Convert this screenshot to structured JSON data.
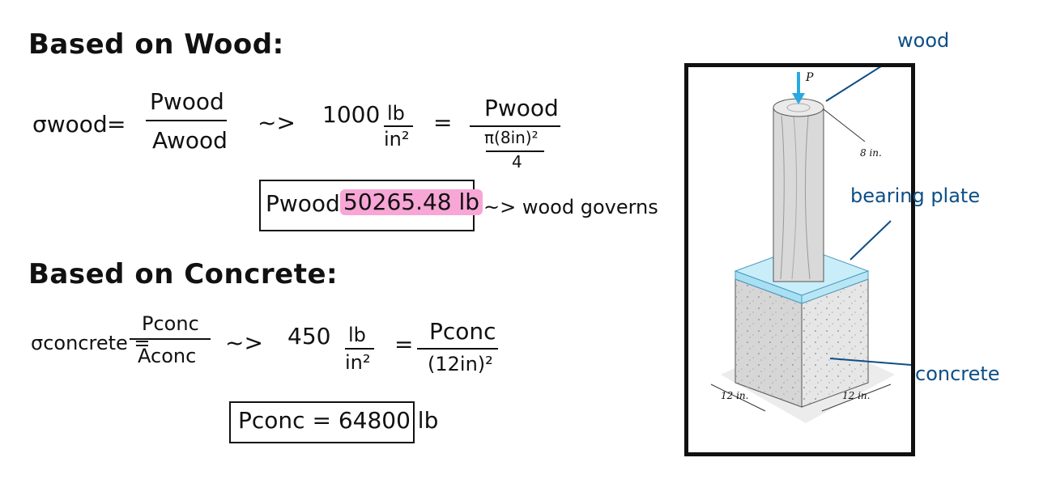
{
  "wood": {
    "heading": "Based on Wood:",
    "sigma_label": "σwood",
    "eq1": "=",
    "num": "Pwood",
    "den": "Awood",
    "arrow": "~>",
    "stress_val": "1000",
    "stress_unit_num": "lb",
    "stress_unit_den": "in²",
    "eq2": "=",
    "rhs_num": "Pwood",
    "rhs_den_top": "π(8in)²",
    "rhs_den_bot": "4",
    "result_label": "Pwood =",
    "result_value": "50265.48 lb",
    "result_note": "~> wood governs"
  },
  "concrete": {
    "heading": "Based on Concrete:",
    "sigma_label": "σconcrete =",
    "num": "Pconc",
    "den": "Aconc",
    "arrow": "~>",
    "stress_val": "450",
    "stress_unit_num": "lb",
    "stress_unit_den": "in²",
    "eq2": "=",
    "rhs_num": "Pconc",
    "rhs_den": "(12in)²",
    "result": "Pconc = 64800 lb"
  },
  "figure": {
    "load": "P",
    "dim_top": "8 in.",
    "dim_left": "12 in.",
    "dim_right": "12 in.",
    "label_wood": "wood",
    "label_plate": "bearing plate",
    "label_concrete": "concrete"
  },
  "colors": {
    "highlight": "#f7a6d6",
    "annotation": "#0d4f86",
    "plate": "#b9e6f5",
    "arrow": "#29a9e0"
  }
}
